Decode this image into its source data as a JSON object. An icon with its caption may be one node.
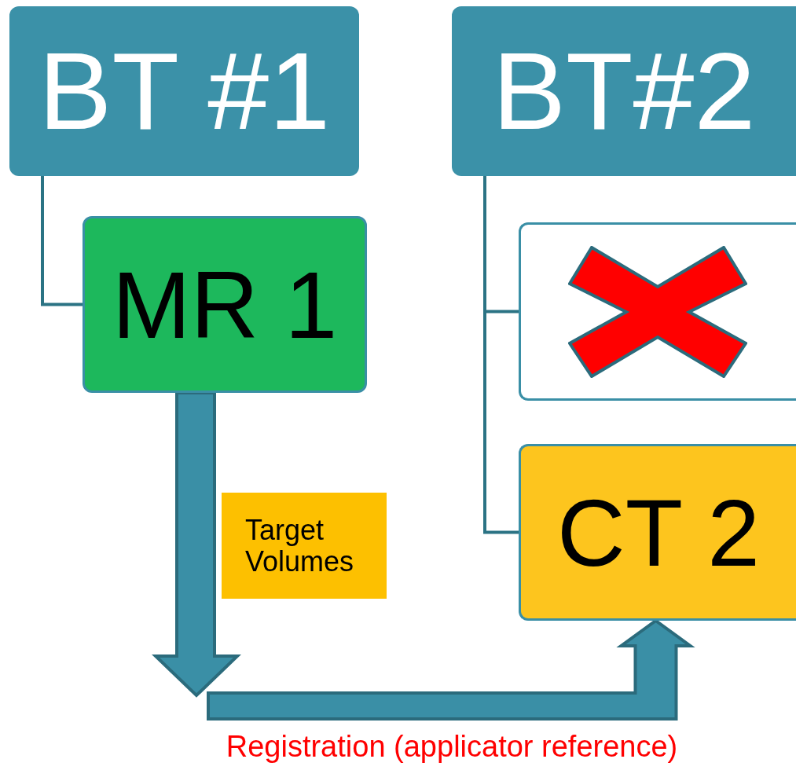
{
  "diagram": {
    "nodes": [
      {
        "text": [
          "BT #1"
        ]
      },
      {
        "text": [
          "MR 1"
        ]
      },
      {
        "text": [
          "BT#2"
        ]
      },
      {
        "text": [],
        "shape": "box"
      },
      {
        "text": [
          "CT 2"
        ]
      },
      {
        "text": [
          "Target Volumes"
        ]
      }
    ],
    "edges": [
      {
        "from": 0,
        "to": 1,
        "arrow": "none"
      },
      {
        "from": 2,
        "to": 3,
        "arrow": "none"
      },
      {
        "from": 2,
        "to": 4,
        "arrow": "none"
      },
      {
        "from": 1,
        "to": null,
        "arrow": "to",
        "style": "thick"
      },
      {
        "from": null,
        "to": 4,
        "arrow": "to",
        "style": "thick",
        "label": "Registration (applicator reference)"
      }
    ]
  }
}
